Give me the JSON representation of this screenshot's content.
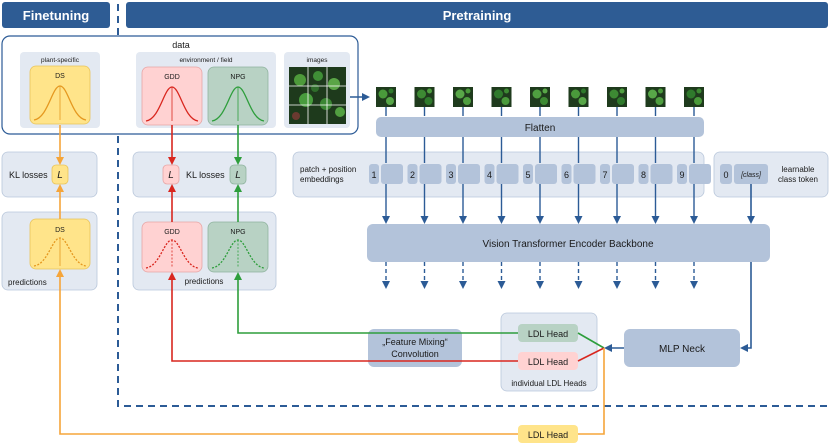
{
  "headers": {
    "finetuning": "Finetuning",
    "pretraining": "Pretraining"
  },
  "data_panel": {
    "title": "data",
    "plant_specific": "plant-specific",
    "environment_field": "environment / field",
    "images": "images"
  },
  "distributions": {
    "ds": "DS",
    "gdd": "GDD",
    "npg": "NPG"
  },
  "losses": {
    "kl_losses": "KL losses",
    "loss_symbol": "L"
  },
  "predictions_label": "predictions",
  "flatten": "Flatten",
  "patch_embeddings": {
    "line1": "patch + position",
    "line2": "embeddings",
    "indices": [
      "1",
      "2",
      "3",
      "4",
      "5",
      "6",
      "7",
      "8",
      "9"
    ]
  },
  "class_token": {
    "index": "0",
    "token": "[class]",
    "line1": "learnable",
    "line2": "class token"
  },
  "backbone": "Vision Transformer Encoder Backbone",
  "mlp_neck": "MLP Neck",
  "feature_mixing": {
    "line1": "„Feature Mixing“",
    "line2": "Convolution"
  },
  "ldl_head": "LDL Head",
  "individual_ldl_heads": "individual LDL Heads",
  "colors": {
    "header_blue": "#2e5c94",
    "panel_fill": "#e3e9f2",
    "block_blue": "#b3c3da",
    "arrow_blue": "#2c5b96",
    "ds_yellow": "#ffe48a",
    "gdd_red": "#ffd2d2",
    "npg_green": "#b8d2c4",
    "orange": "#f5a53a",
    "red": "#d9271f",
    "green": "#2e9e3c"
  }
}
